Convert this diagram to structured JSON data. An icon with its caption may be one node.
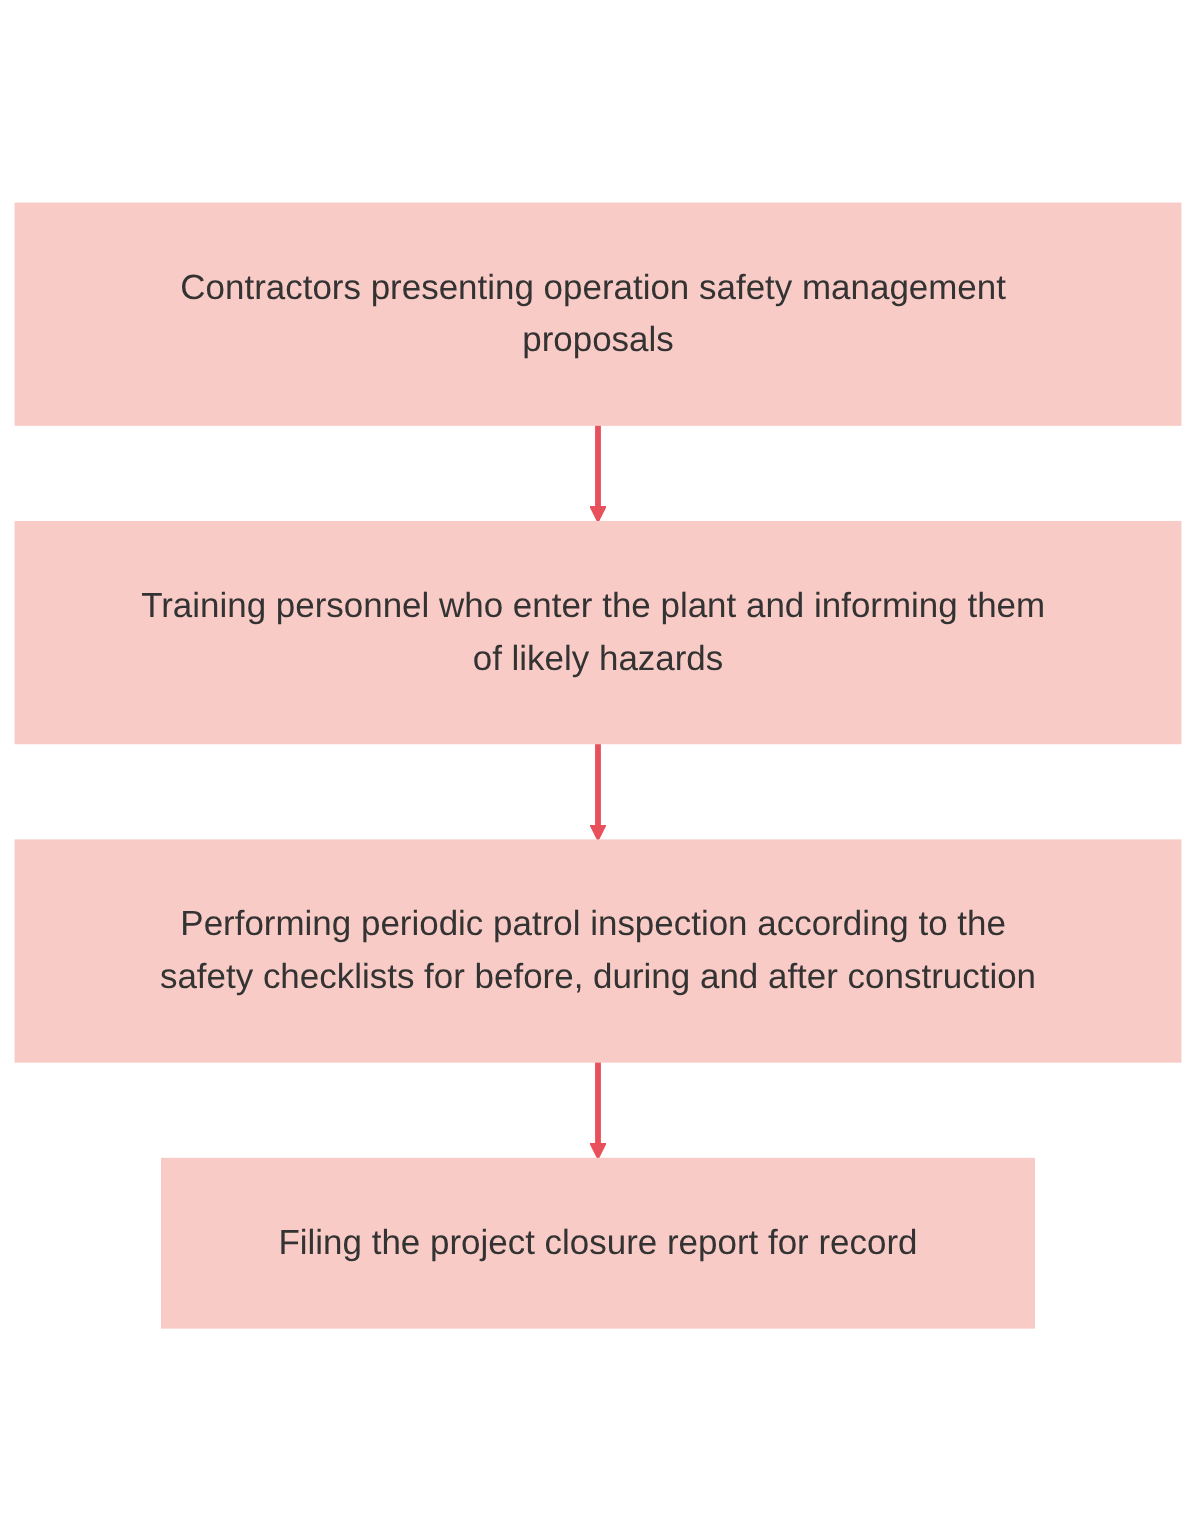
{
  "diagram": {
    "nodes": [
      {
        "text": [
          "Contractors presenting operation safety management proposals"
        ]
      },
      {
        "text": [
          "Training personnel who enter the plant and informing them of likely hazards"
        ]
      },
      {
        "text": [
          "Performing periodic patrol inspection according to the safety checklists for before, during and after construction"
        ]
      },
      {
        "text": [
          "Filing the project closure report for record"
        ]
      }
    ],
    "edges": [
      {
        "from": 0,
        "to": 1,
        "arrow": "to"
      },
      {
        "from": 1,
        "to": 2,
        "arrow": "to"
      },
      {
        "from": 2,
        "to": 3,
        "arrow": "to"
      }
    ]
  }
}
